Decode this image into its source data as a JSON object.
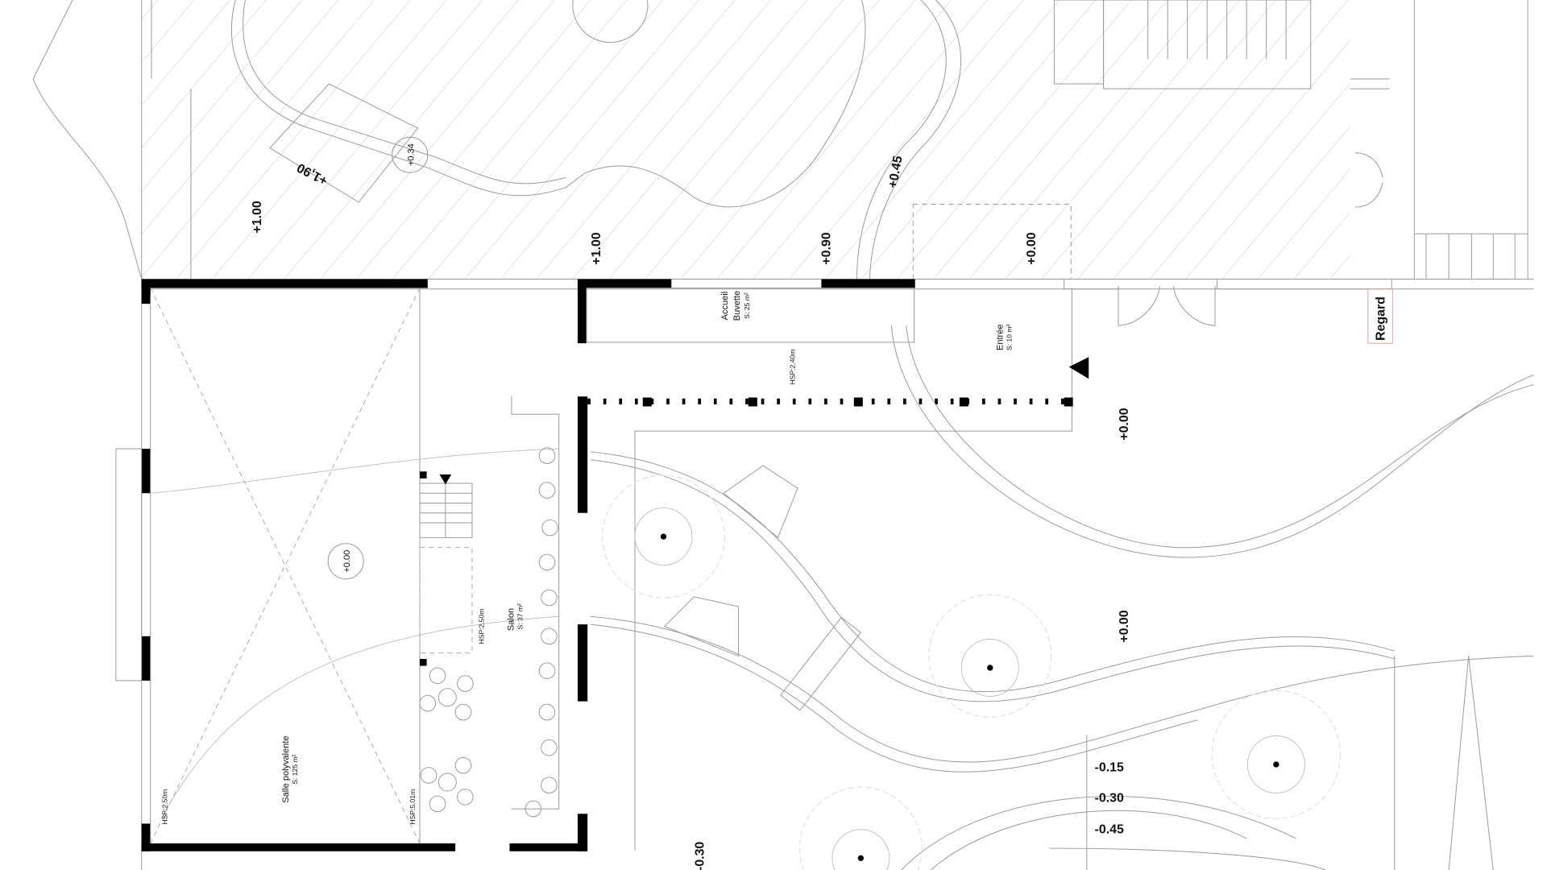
{
  "plan": {
    "levels": {
      "terrace_left": "+1.00",
      "ramp": "+1,90",
      "circle_top": "+0.34",
      "terrace_mid": "+1.00",
      "terrace_buvette": "+0.90",
      "steps": "+0.45",
      "terrace_right": "+0.00",
      "entry_outside": "+0.00",
      "garden": "+0.00",
      "salle_circle": "+0.00",
      "step_1": "-0.15",
      "step_2": "-0.30",
      "step_3": "-0.45",
      "bottom": "-0.30"
    },
    "rooms": {
      "accueil": {
        "name1": "Accueil",
        "name2": "Buvette",
        "area": "S: 25 m²"
      },
      "entree": {
        "name": "Entrée",
        "area": "S: 10 m²"
      },
      "salon": {
        "name": "Salon",
        "area": "S: 37 m²"
      },
      "salle": {
        "name": "Salle polyvalente",
        "area": "S: 125 m²"
      }
    },
    "heights": {
      "corridor": "HSP:2.40m",
      "salon": "HSP:2.50m",
      "salle_left": "HSP:2.50m",
      "salle_right": "HSP:5.01m"
    },
    "regard": "Regard"
  }
}
